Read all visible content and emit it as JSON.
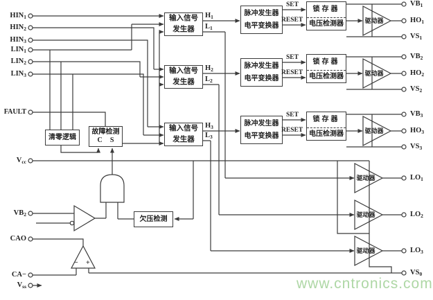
{
  "pins": {
    "left": [
      {
        "name": "HIN1",
        "main": "HIN",
        "sub": "1"
      },
      {
        "name": "HIN2",
        "main": "HIN",
        "sub": "2"
      },
      {
        "name": "HIN3",
        "main": "HIN",
        "sub": "3"
      },
      {
        "name": "LIN1",
        "main": "LIN",
        "sub": "1"
      },
      {
        "name": "LIN2",
        "main": "LIN",
        "sub": "2"
      },
      {
        "name": "LIN3",
        "main": "LIN",
        "sub": "3"
      },
      {
        "name": "FAULT",
        "main": "FAULT",
        "sub": ""
      },
      {
        "name": "VCC",
        "main": "V",
        "sub": "cc"
      },
      {
        "name": "VB2-left",
        "main": "VB",
        "sub": "2"
      },
      {
        "name": "CAO",
        "main": "CAO",
        "sub": ""
      },
      {
        "name": "CA-minus",
        "main": "CA−",
        "sub": ""
      },
      {
        "name": "VSS",
        "main": "V",
        "sub": "ss"
      }
    ],
    "right": [
      {
        "name": "VB1",
        "main": "VB",
        "sub": "1"
      },
      {
        "name": "HO1",
        "main": "HO",
        "sub": "1"
      },
      {
        "name": "VS1",
        "main": "VS",
        "sub": "1"
      },
      {
        "name": "VB2",
        "main": "VB",
        "sub": "2"
      },
      {
        "name": "HO2",
        "main": "HO",
        "sub": "2"
      },
      {
        "name": "VS2",
        "main": "VS",
        "sub": "2"
      },
      {
        "name": "VB3",
        "main": "VB",
        "sub": "3"
      },
      {
        "name": "HO3",
        "main": "HO",
        "sub": "3"
      },
      {
        "name": "VS3",
        "main": "VS",
        "sub": "3"
      },
      {
        "name": "LO1",
        "main": "LO",
        "sub": "1"
      },
      {
        "name": "LO2",
        "main": "LO",
        "sub": "2"
      },
      {
        "name": "LO3",
        "main": "LO",
        "sub": "3"
      },
      {
        "name": "VS0",
        "main": "VS",
        "sub": "0"
      }
    ]
  },
  "blocks": {
    "input_generator_line1": "输入信号",
    "input_generator_line2": "发生器",
    "pulse_generator": "脉冲发生器",
    "level_shifter": "电平变换器",
    "latch": "锁存器",
    "voltage_detector": "电压检测器",
    "clear_logic": "清零逻辑",
    "fault_detector": "故障检测",
    "fault_c": "C",
    "fault_s": "S",
    "undervoltage_detector": "欠压检测",
    "driver": "驱动器"
  },
  "signals": {
    "set": "SET",
    "reset": "RESET",
    "h": [
      {
        "main": "H",
        "sub": "1"
      },
      {
        "main": "H",
        "sub": "2"
      },
      {
        "main": "H",
        "sub": "3"
      }
    ],
    "l": [
      {
        "main": "L",
        "sub": "1"
      },
      {
        "main": "L",
        "sub": "2"
      },
      {
        "main": "L",
        "sub": "3"
      }
    ]
  },
  "comparator": {
    "minus": "−",
    "plus": "+"
  },
  "watermark": {
    "text": "www.cntronics.com",
    "color": "#aed7a5"
  },
  "colors": {
    "wire": "#3a3a3a",
    "label": "#1f1f1f",
    "box_border": "#3a3a3a"
  }
}
